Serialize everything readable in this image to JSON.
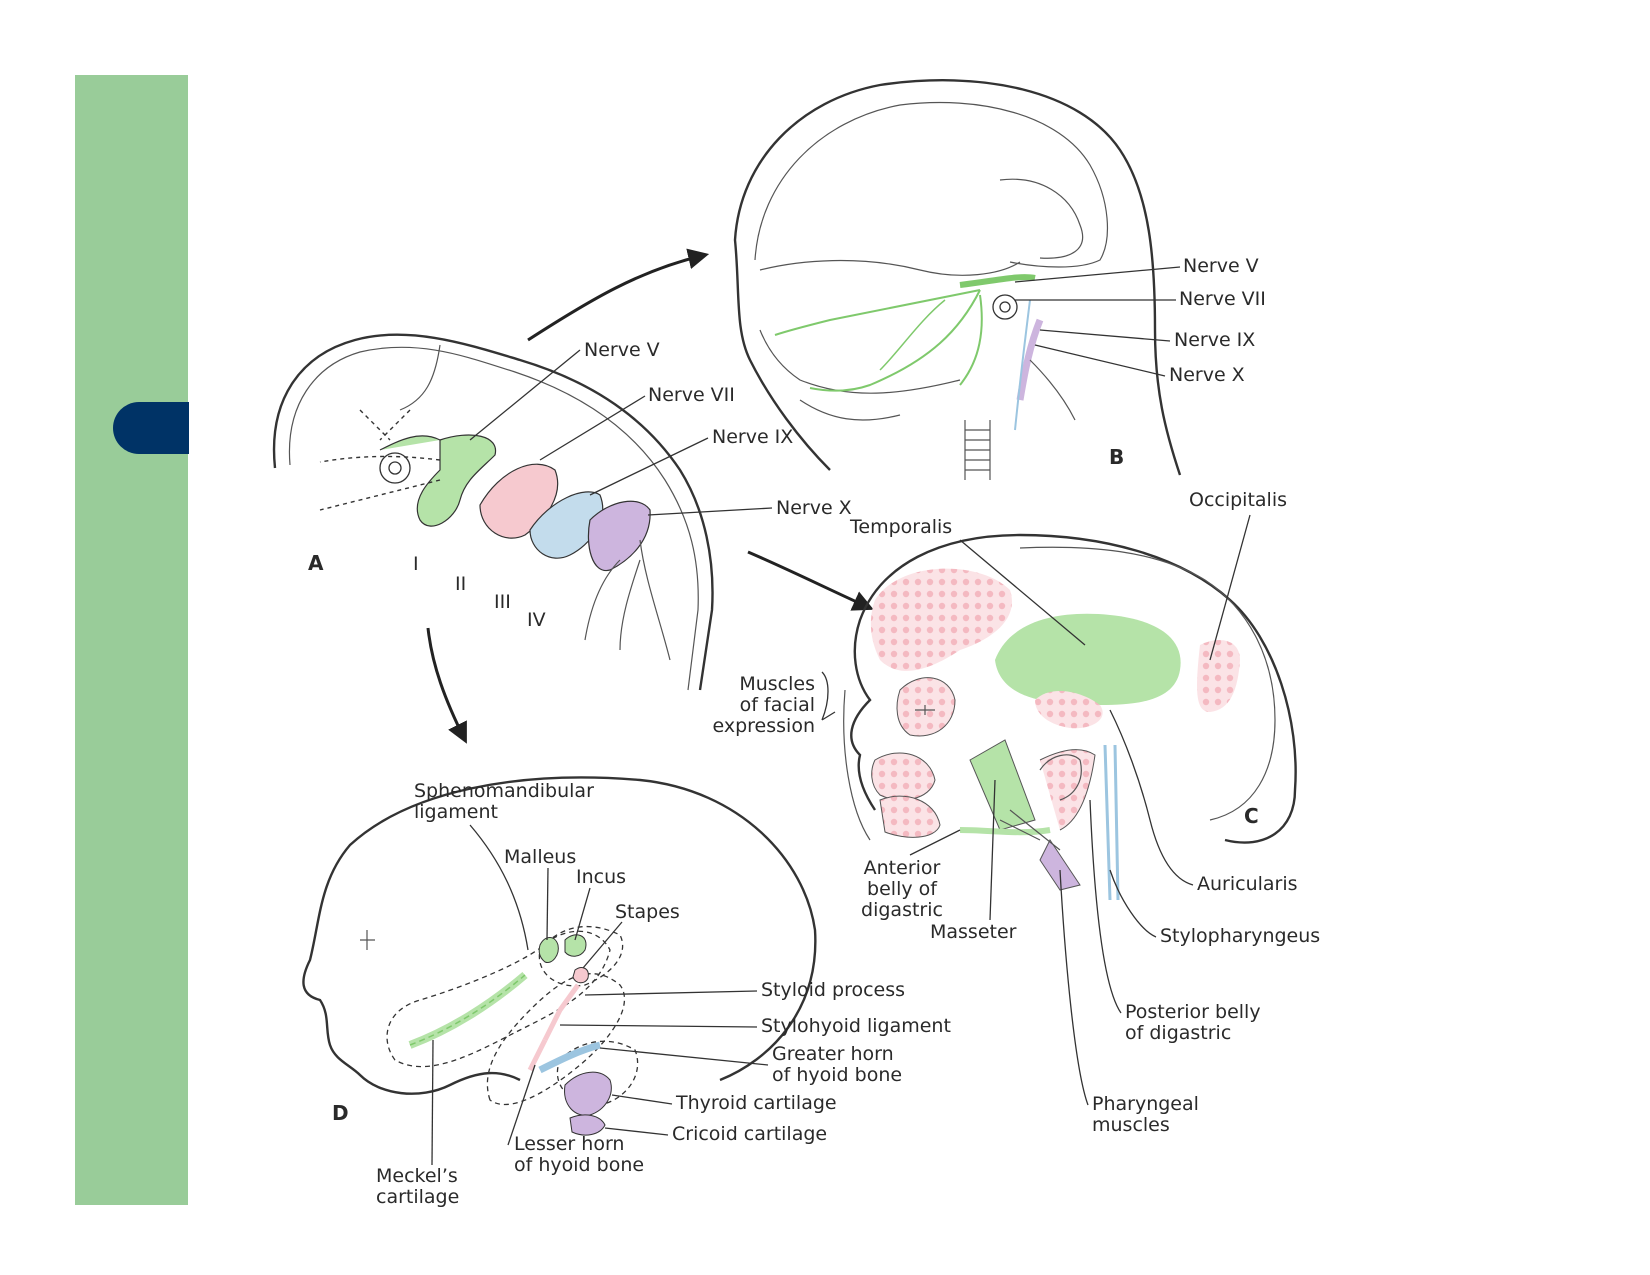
{
  "colors": {
    "sidebar": "#99cc99",
    "tab": "#003366",
    "arch1_green": "#b5e3a8",
    "arch2_pink": "#f6c9cf",
    "arch3_blue": "#c3dcec",
    "arch4_purple": "#cdb5de"
  },
  "panel_a": {
    "letter": "A",
    "nerve_v": "Nerve V",
    "nerve_vii": "Nerve VII",
    "nerve_ix": "Nerve IX",
    "nerve_x": "Nerve X",
    "arches": [
      "I",
      "II",
      "III",
      "IV"
    ]
  },
  "panel_b": {
    "letter": "B",
    "nerve_v": "Nerve V",
    "nerve_vii": "Nerve VII",
    "nerve_ix": "Nerve IX",
    "nerve_x": "Nerve X"
  },
  "panel_c": {
    "letter": "C",
    "occipitalis": "Occipitalis",
    "temporalis": "Temporalis",
    "facial_1": "Muscles",
    "facial_2": "of  facial",
    "facial_3": "expression",
    "anterior_1": "Anterior",
    "anterior_2": "belly of",
    "anterior_3": "digastric",
    "masseter": "Masseter",
    "auricularis": "Auricularis",
    "stylopharyngeus": "Stylopharyngeus",
    "posterior_1": "Posterior belly",
    "posterior_2": "of digastric",
    "pharyngeal_1": "Pharyngeal",
    "pharyngeal_2": "muscles"
  },
  "panel_d": {
    "letter": "D",
    "spheno_1": "Sphenomandibular",
    "spheno_2": "ligament",
    "malleus": "Malleus",
    "incus": "Incus",
    "stapes": "Stapes",
    "styloid": "Styloid process",
    "stylohyoid": "Stylohyoid  ligament",
    "greater_1": "Greater horn",
    "greater_2": "of hyoid bone",
    "thyroid": "Thyroid cartilage",
    "cricoid": "Cricoid cartilage",
    "lesser_1": "Lesser horn",
    "lesser_2": "of hyoid bone",
    "meckel_1": "Meckel’s",
    "meckel_2": "cartilage"
  }
}
